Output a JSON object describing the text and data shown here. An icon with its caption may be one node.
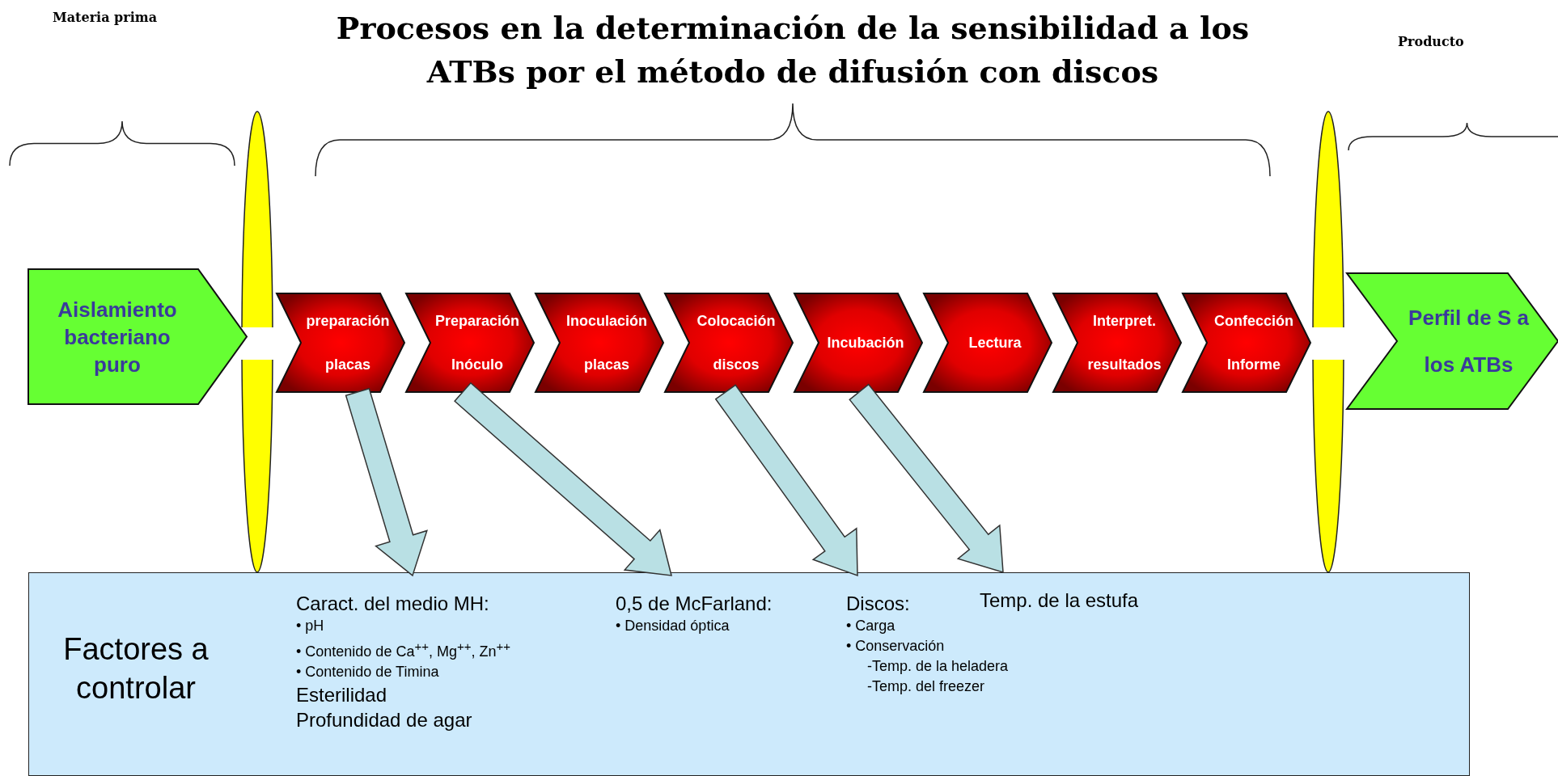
{
  "diagram": {
    "title": "Procesos en la determinación de la sensibilidad a los ATBs por el método de difusión con discos",
    "nodes": [
      {
        "text": [
          "Aislamiento bacteriano puro"
        ]
      },
      {
        "text": [
          "preparación placas"
        ]
      },
      {
        "text": [
          "Preparación Inóculo"
        ]
      },
      {
        "text": [
          "Inoculación placas"
        ]
      },
      {
        "text": [
          "Colocación discos"
        ]
      },
      {
        "text": [
          "Incubación"
        ]
      },
      {
        "text": [
          "Lectura"
        ]
      },
      {
        "text": [
          "Interpret. resultados"
        ]
      },
      {
        "text": [
          "Confección Informe"
        ]
      },
      {
        "text": [
          "Perfil de S a los ATBs"
        ]
      },
      {
        "text": [
          "Factores a controlar"
        ]
      },
      {
        "text": [
          "Caract. del medio MH:",
          "• pH",
          "• Contenido de Ca$^{++}$, Mg$^{++}$, Zn$^{++}$",
          "• Contenido de Timina",
          "Esterilidad",
          "Profundidad de agar"
        ],
        "in": 10
      },
      {
        "text": [
          "0,5 de McFarland:",
          "• Densidad óptica"
        ],
        "in": 10
      },
      {
        "text": [
          "Discos:",
          "• Carga",
          "• Conservación",
          "-Temp. de la heladera",
          "-Temp. del freezer"
        ],
        "in": 10
      },
      {
        "text": [
          "Temp. de la estufa"
        ],
        "in": 10
      },
      {
        "text": [],
        "shape": "ellipse"
      },
      {
        "text": [],
        "shape": "ellipse"
      }
    ],
    "edges": [
      {
        "from": 1,
        "to": 11,
        "arrow": "to"
      },
      {
        "from": 2,
        "to": 12,
        "arrow": "to"
      },
      {
        "from": 4,
        "to": 13,
        "arrow": "to"
      },
      {
        "from": 5,
        "to": 14,
        "arrow": "to"
      }
    ],
    "labels": [
      "Materia prima",
      "Producto"
    ]
  }
}
